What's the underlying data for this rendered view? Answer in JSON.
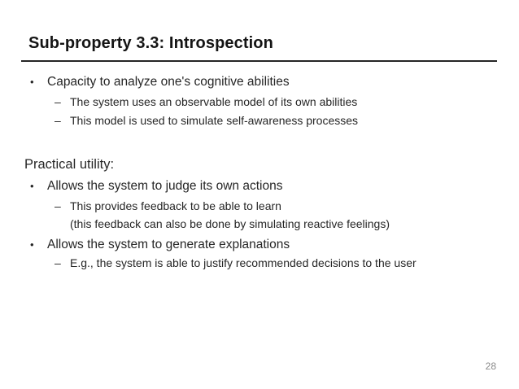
{
  "slide": {
    "title": "Sub-property 3.3: Introspection",
    "page_number": "28",
    "markers": {
      "bullet1": "•",
      "bullet2": "–"
    },
    "colors": {
      "background": "#ffffff",
      "title_text": "#141414",
      "body_text": "#262626",
      "rule": "#262626",
      "page_number": "#8a8a8a"
    },
    "content": [
      {
        "type": "bullet1",
        "text": "Capacity to analyze one's cognitive abilities"
      },
      {
        "type": "bullet2",
        "text": "The system uses an observable model of its own abilities"
      },
      {
        "type": "bullet2",
        "text": "This model is used to simulate self-awareness processes"
      },
      {
        "type": "heading",
        "text": "Practical utility:"
      },
      {
        "type": "bullet1",
        "text": "Allows the system to judge its own actions"
      },
      {
        "type": "bullet2",
        "text": "This provides feedback to be able to learn"
      },
      {
        "type": "continuation",
        "text": "(this feedback can also be done by simulating reactive feelings)"
      },
      {
        "type": "bullet1",
        "text": "Allows the system to generate explanations"
      },
      {
        "type": "bullet2",
        "text": "E.g., the system is able to justify recommended decisions to the user"
      }
    ]
  }
}
